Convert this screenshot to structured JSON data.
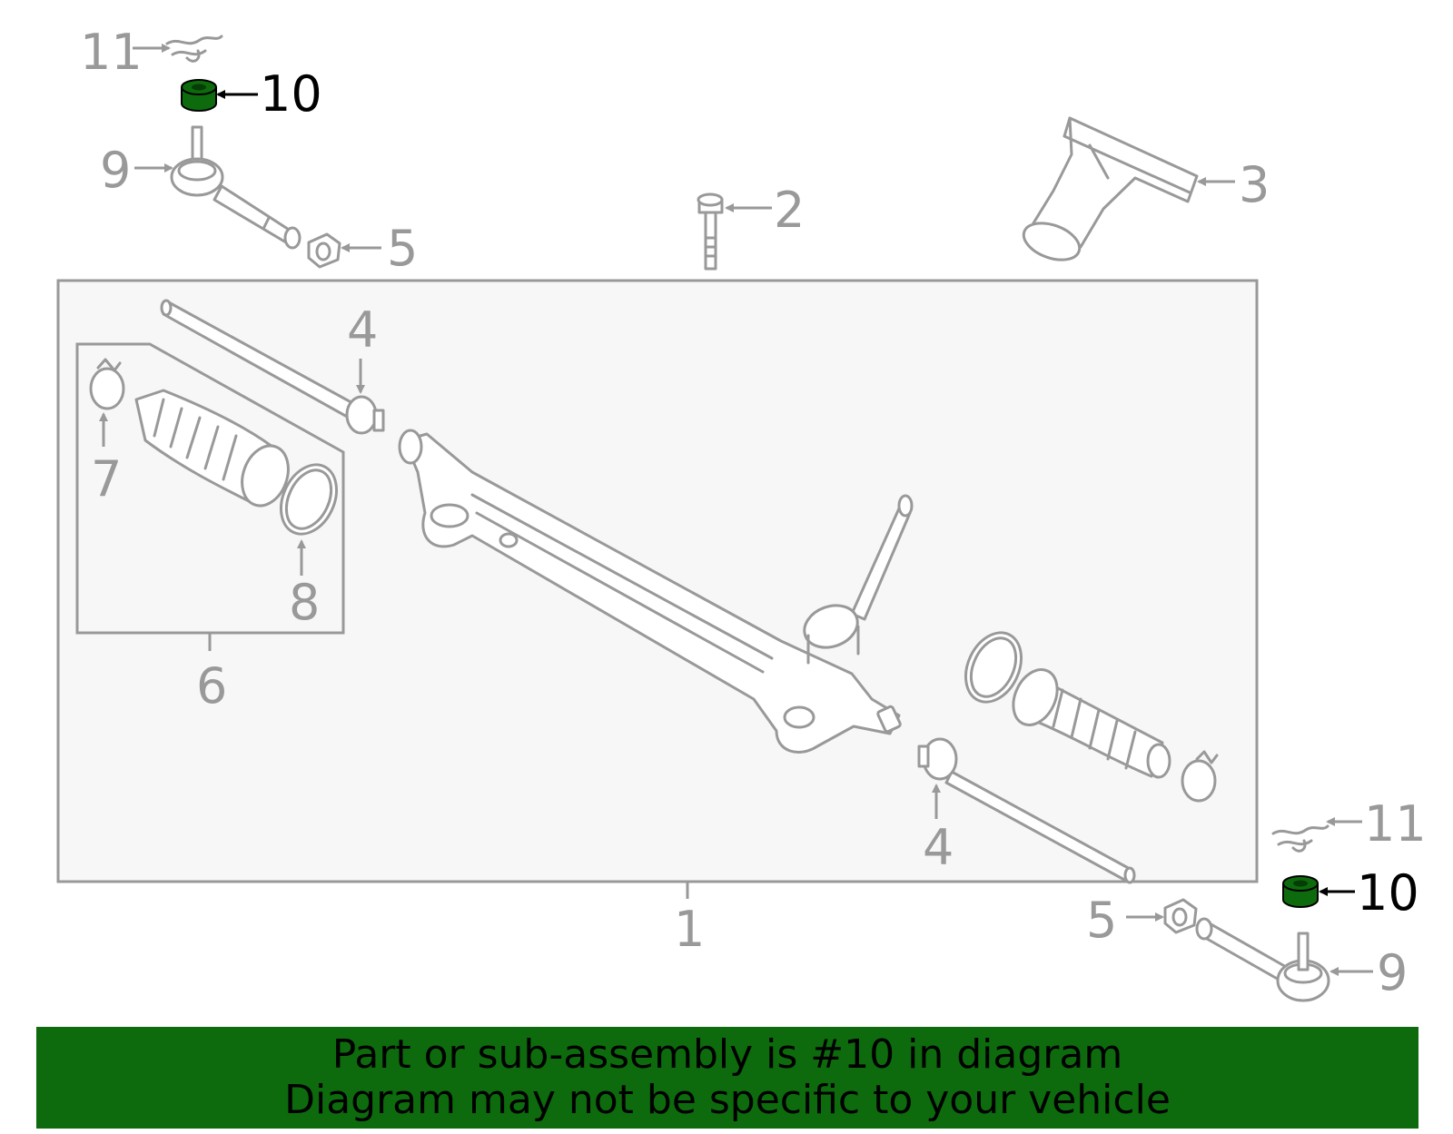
{
  "callouts": {
    "c1": "1",
    "c2": "2",
    "c3": "3",
    "c4a": "4",
    "c4b": "4",
    "c5a": "5",
    "c5b": "5",
    "c6": "6",
    "c7": "7",
    "c8": "8",
    "c9a": "9",
    "c9b": "9",
    "c10a": "10",
    "c10b": "10",
    "c11a": "11",
    "c11b": "11"
  },
  "highlight": {
    "part_number": "10",
    "color": "#0d6b0d"
  },
  "colors": {
    "line": "#999999",
    "panel": "#f7f7f7",
    "highlight": "#0d6b0d",
    "label_highlight": "#000000"
  },
  "banner": {
    "line1": "Part or sub-assembly is #10 in diagram",
    "line2": "Diagram may not be specific to your vehicle"
  }
}
